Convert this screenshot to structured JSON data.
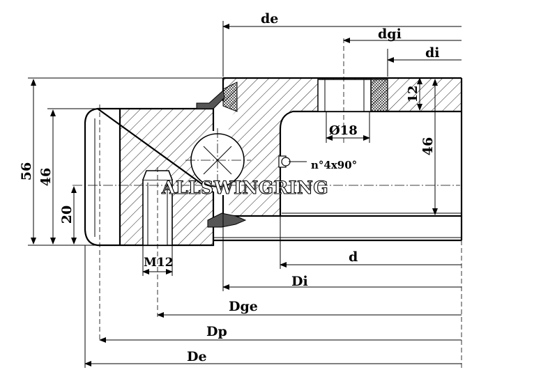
{
  "watermark": "ALLSWINGRING",
  "dimensions": {
    "de": "de",
    "dgi": "dgi",
    "di": "di",
    "d": "d",
    "Di": "Di",
    "Dge": "Dge",
    "Dp": "Dp",
    "De": "De",
    "h56": "56",
    "h46_left": "46",
    "h20": "20",
    "h12": "12",
    "h46_right": "46",
    "bolt_hole": "M12",
    "hole_dia": "Ø18",
    "grease_fitting": "n°4x90°"
  },
  "colors": {
    "line": "#000000",
    "background": "#ffffff"
  }
}
